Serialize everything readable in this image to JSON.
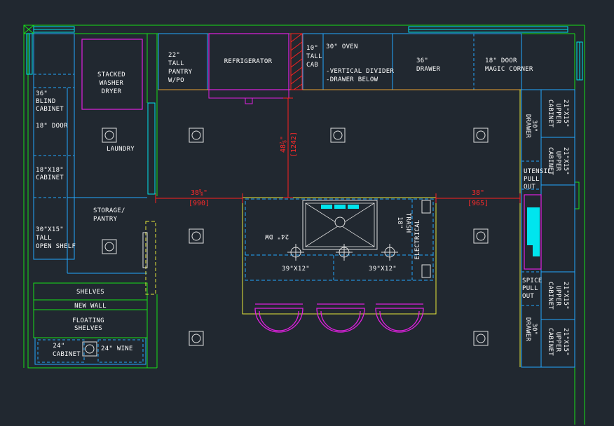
{
  "colors": {
    "background": "#212830",
    "wall": "#18e018",
    "cabinet": "#22a8ff",
    "cyan": "#00e5ee",
    "magenta": "#e020e0",
    "yellow": "#e8e83a",
    "dimension": "#ff2020",
    "text": "#ffffff",
    "fixture": "#e0e0e0"
  },
  "labels": {
    "stacked_washer_dryer": [
      "STACKED",
      "WASHER",
      "DRYER"
    ],
    "blind_cabinet": [
      "36\"",
      "BLIND",
      "CABINET"
    ],
    "door_18": "18\" DOOR",
    "cabinet_18x18": [
      "18\"X18\"",
      "CABINET"
    ],
    "laundry": "LAUNDRY",
    "storage_pantry": [
      "STORAGE/",
      "PANTRY"
    ],
    "tall_open_shelf": [
      "30\"X15\"",
      "TALL",
      "OPEN SHELF"
    ],
    "shelves": "SHELVES",
    "new_wall": "NEW WALL",
    "floating_shelves": [
      "FLOATING",
      "SHELVES"
    ],
    "cabinet_24": [
      "24\"",
      "CABINET"
    ],
    "wine_24": "24\" WINE",
    "tall_pantry": [
      "22\"",
      "TALL",
      "PANTRY",
      "W/PO"
    ],
    "refrigerator": "REFRIGERATOR",
    "tall_cab_10": [
      "10\"",
      "TALL",
      "CAB"
    ],
    "oven_30": "30\" OVEN",
    "vertical_divider": [
      "-VERTICAL DIVIDER",
      "-DRAWER BELOW"
    ],
    "drawer_36": [
      "36\"",
      "DRAWER"
    ],
    "magic_corner": [
      "18\" DOOR",
      "MAGIC CORNER"
    ],
    "drawer_30_top": [
      "30\"",
      "DRAWER"
    ],
    "upper_cabinet_1": [
      "21\"X15\"",
      "UPPER",
      "CABINET"
    ],
    "upper_cabinet_2": [
      "21\"X15\"",
      "UPPER",
      "CABINET"
    ],
    "utensil_pull_out": [
      "UTENSIL",
      "PULL",
      "OUT"
    ],
    "spice_pull_out": [
      "SPICE",
      "PULL",
      "OUT"
    ],
    "upper_cabinet_3": [
      "21\"X15\"",
      "UPPER",
      "CABINET"
    ],
    "drawer_30_bottom": [
      "30\"",
      "DRAWER"
    ],
    "upper_cabinet_4": [
      "21\"X15\"",
      "UPPER",
      "CABINET"
    ],
    "dw_24": "24\" DW",
    "trash_18": [
      "18\"",
      "TRASH"
    ],
    "electrical": "ELECTRICAL",
    "cabinet_39x12_left": "39\"X12\"",
    "cabinet_39x12_right": "39\"X12\""
  },
  "dimensions": {
    "left_aisle": [
      "38⅝\"",
      "[990]"
    ],
    "right_aisle": [
      "38\"",
      "[965]"
    ],
    "vertical": [
      "48⅞\"",
      "[1242]"
    ]
  }
}
